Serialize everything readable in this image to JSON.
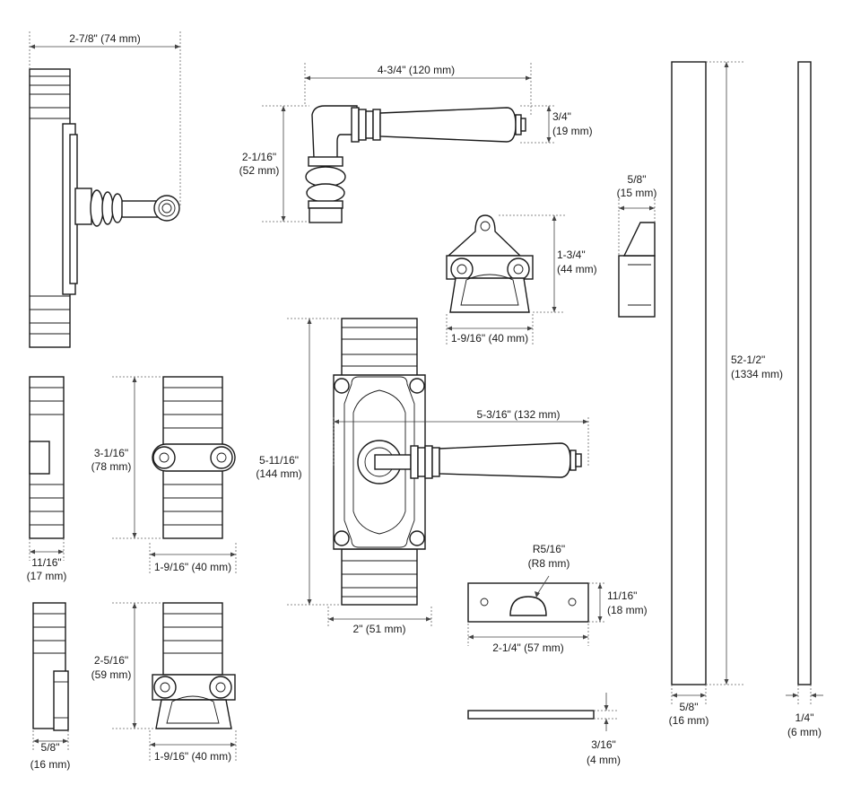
{
  "dimensions": {
    "rosette_width": "2-7/8\" (74 mm)",
    "lever_length": "4-3/4\" (120 mm)",
    "lever_height_in": "2-1/16\"",
    "lever_height_mm": "(52 mm)",
    "lever_grip_in": "3/4\"",
    "lever_grip_mm": "(19 mm)",
    "keeper_height_in": "1-3/4\"",
    "keeper_height_mm": "(44 mm)",
    "keeper_width": "1-9/16\" (40 mm)",
    "rod_side_width_in": "5/8\"",
    "rod_side_width_mm": "(15 mm)",
    "rod_length_in": "52-1/2\"",
    "rod_length_mm": "(1334 mm)",
    "guide_height_in": "3-1/16\"",
    "guide_height_mm": "(78 mm)",
    "guide_side_width_in": "11/16\"",
    "guide_side_width_mm": "(17 mm)",
    "guide_width": "1-9/16\" (40 mm)",
    "plate_height_in": "5-11/16\"",
    "plate_height_mm": "(144 mm)",
    "plate_lever_length": "5-3/16\" (132 mm)",
    "plate_width": "2\" (51 mm)",
    "strike_radius_in": "R5/16\"",
    "strike_radius_mm": "(R8 mm)",
    "strike_height_in": "11/16\"",
    "strike_height_mm": "(18 mm)",
    "strike_width": "2-1/4\" (57 mm)",
    "strike_thickness_in": "3/16\"",
    "strike_thickness_mm": "(4 mm)",
    "end_guide_height_in": "2-5/16\"",
    "end_guide_height_mm": "(59 mm)",
    "end_guide_side_in": "5/8\"",
    "end_guide_side_mm": "(16 mm)",
    "end_guide_width": "1-9/16\" (40 mm)",
    "rod_width_in": "5/8\"",
    "rod_width_mm": "(16 mm)",
    "rod_thickness_in": "1/4\"",
    "rod_thickness_mm": "(6 mm)"
  }
}
